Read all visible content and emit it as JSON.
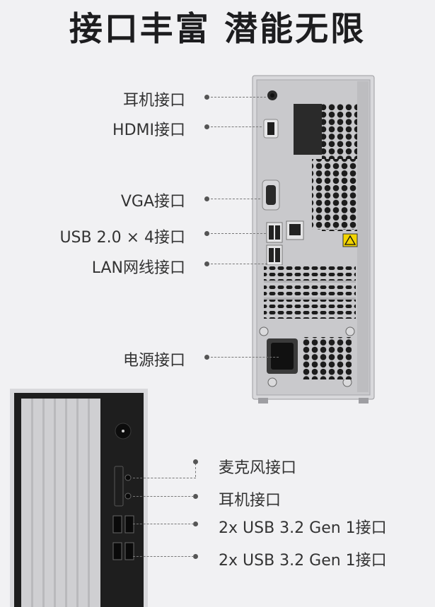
{
  "title": "接口丰富 潜能无限",
  "rear_labels": {
    "headphone": "耳机接口",
    "hdmi": "HDMI接口",
    "vga": "VGA接口",
    "usb2": "USB 2.0 × 4接口",
    "lan": "LAN网线接口",
    "power": "电源接口"
  },
  "front_labels": {
    "mic": "麦克风接口",
    "headphone": "耳机接口",
    "usb_a": "2x USB 3.2 Gen 1接口",
    "usb_b": "2x USB 3.2 Gen 1接口"
  },
  "colors": {
    "background": "#f1f1f3",
    "chassis": "#c9c9cc",
    "front_panel": "#1e1e1e",
    "warning": "#f2d400"
  }
}
